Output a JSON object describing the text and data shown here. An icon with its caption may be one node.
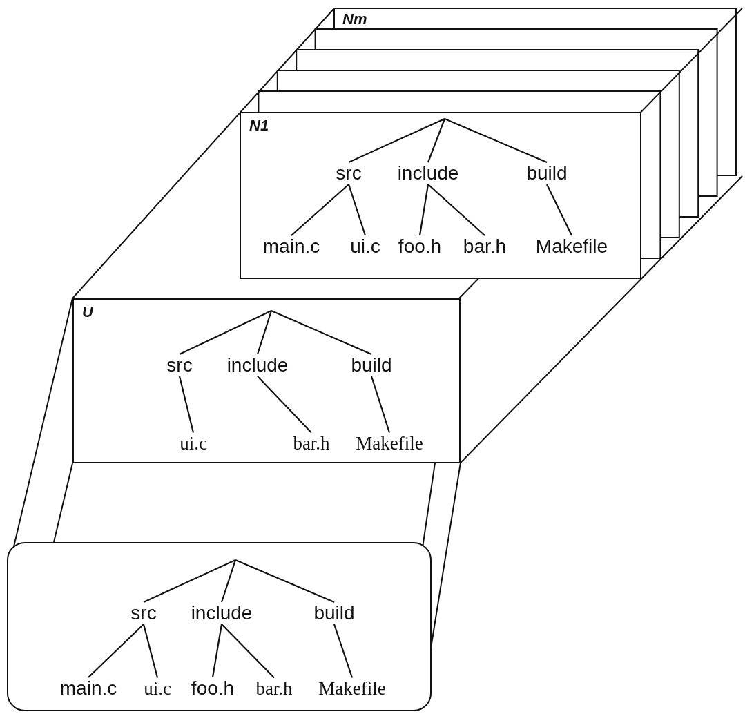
{
  "diagram": {
    "nodes": [
      {
        "text": [
          "N1"
        ]
      },
      {
        "text": [
          "src"
        ],
        "in": 0
      },
      {
        "text": [
          "include"
        ],
        "in": 0
      },
      {
        "text": [
          "build"
        ],
        "in": 0
      },
      {
        "text": [
          "main.c"
        ],
        "in": 0
      },
      {
        "text": [
          "ui.c"
        ],
        "in": 0
      },
      {
        "text": [
          "foo.h"
        ],
        "in": 0
      },
      {
        "text": [
          "bar.h"
        ],
        "in": 0
      },
      {
        "text": [
          "Makefile"
        ],
        "in": 0
      },
      {
        "text": [
          "U"
        ]
      },
      {
        "text": [
          "src"
        ],
        "in": 9
      },
      {
        "text": [
          "include"
        ],
        "in": 9
      },
      {
        "text": [
          "build"
        ],
        "in": 9
      },
      {
        "text": [
          "ui.c"
        ],
        "in": 9
      },
      {
        "text": [
          "bar.h"
        ],
        "in": 9
      },
      {
        "text": [
          "Makefile"
        ],
        "in": 9
      },
      {
        "text": [],
        "shape": "box"
      },
      {
        "text": [
          "src"
        ],
        "in": 16
      },
      {
        "text": [
          "include"
        ],
        "in": 16
      },
      {
        "text": [
          "build"
        ],
        "in": 16
      },
      {
        "text": [
          "main.c"
        ],
        "in": 16
      },
      {
        "text": [
          "ui.c"
        ],
        "in": 16
      },
      {
        "text": [
          "foo.h"
        ],
        "in": 16
      },
      {
        "text": [
          "bar.h"
        ],
        "in": 16
      },
      {
        "text": [
          "Makefile"
        ],
        "in": 16
      }
    ],
    "edges": [
      {
        "from": null,
        "to": 1,
        "arrow": "none"
      },
      {
        "from": null,
        "to": 2,
        "arrow": "none"
      },
      {
        "from": null,
        "to": 3,
        "arrow": "none"
      },
      {
        "from": 1,
        "to": 4,
        "arrow": "none"
      },
      {
        "from": 1,
        "to": 5,
        "arrow": "none"
      },
      {
        "from": 2,
        "to": 6,
        "arrow": "none"
      },
      {
        "from": 2,
        "to": 7,
        "arrow": "none"
      },
      {
        "from": 3,
        "to": 8,
        "arrow": "none"
      },
      {
        "from": null,
        "to": 10,
        "arrow": "none"
      },
      {
        "from": null,
        "to": 11,
        "arrow": "none"
      },
      {
        "from": null,
        "to": 12,
        "arrow": "none"
      },
      {
        "from": 10,
        "to": 13,
        "arrow": "none"
      },
      {
        "from": 11,
        "to": 14,
        "arrow": "none"
      },
      {
        "from": 12,
        "to": 15,
        "arrow": "none"
      },
      {
        "from": null,
        "to": 17,
        "arrow": "none"
      },
      {
        "from": null,
        "to": 18,
        "arrow": "none"
      },
      {
        "from": null,
        "to": 19,
        "arrow": "none"
      },
      {
        "from": 17,
        "to": 20,
        "arrow": "none"
      },
      {
        "from": 17,
        "to": 21,
        "arrow": "none"
      },
      {
        "from": 18,
        "to": 22,
        "arrow": "none"
      },
      {
        "from": 18,
        "to": 23,
        "arrow": "none"
      },
      {
        "from": 19,
        "to": 24,
        "arrow": "none"
      }
    ],
    "labels": [
      "Nm"
    ]
  }
}
